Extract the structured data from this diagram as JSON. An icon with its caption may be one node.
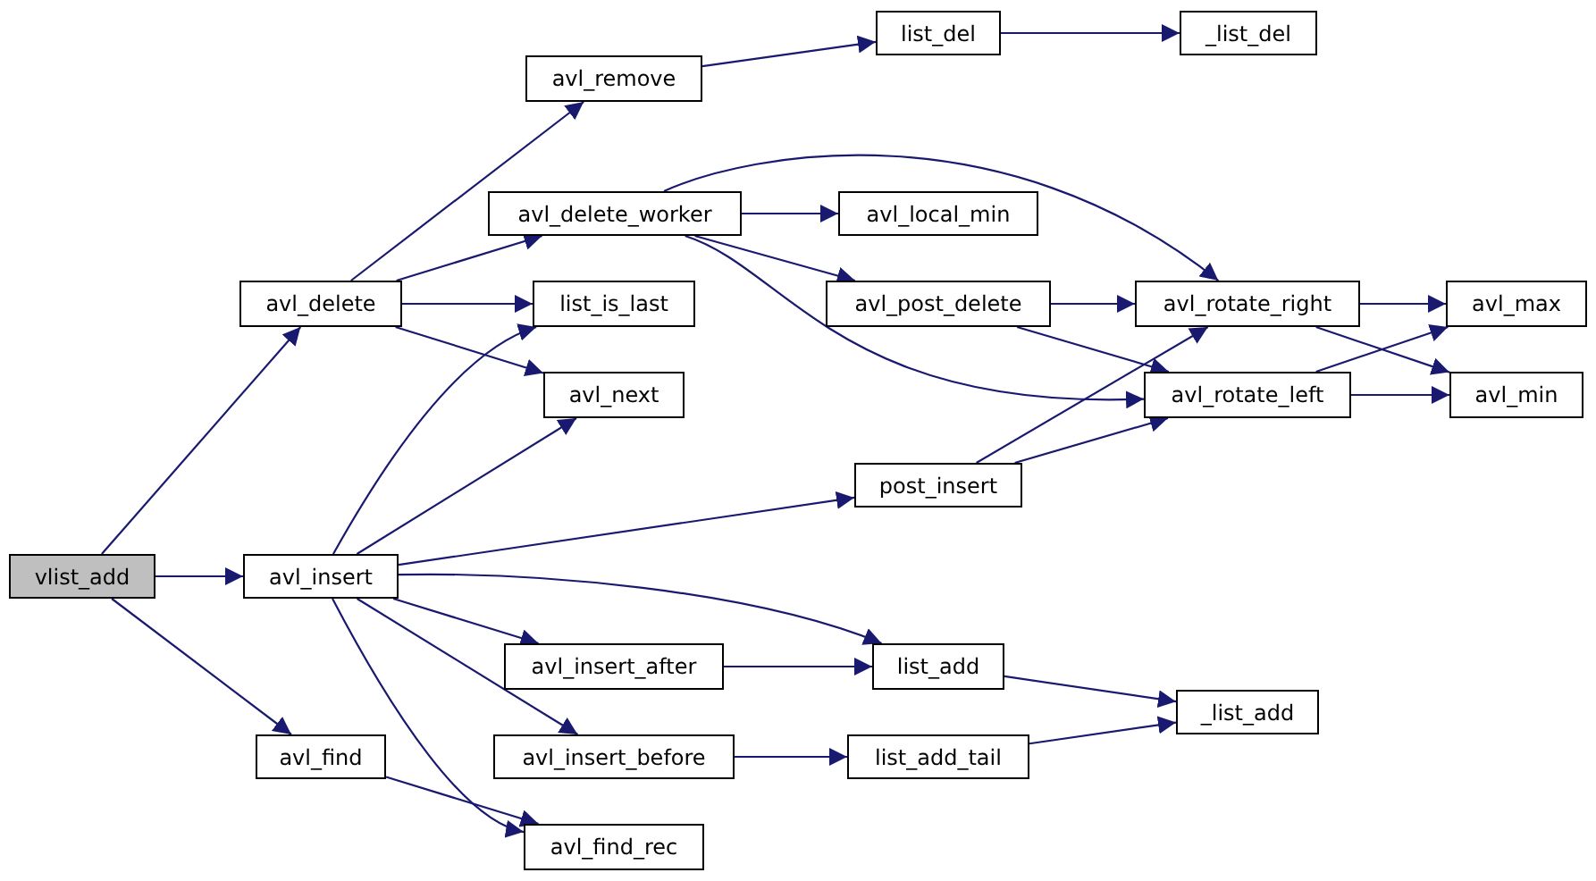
{
  "diagram": {
    "nodes": [
      {
        "text": [
          "vlist_add"
        ]
      },
      {
        "text": [
          "avl_delete"
        ]
      },
      {
        "text": [
          "avl_insert"
        ]
      },
      {
        "text": [
          "avl_find"
        ]
      },
      {
        "text": [
          "avl_remove"
        ]
      },
      {
        "text": [
          "avl_delete_worker"
        ]
      },
      {
        "text": [
          "list_is_last"
        ]
      },
      {
        "text": [
          "avl_next"
        ]
      },
      {
        "text": [
          "avl_insert_after"
        ]
      },
      {
        "text": [
          "avl_insert_before"
        ]
      },
      {
        "text": [
          "avl_find_rec"
        ]
      },
      {
        "text": [
          "list_del"
        ]
      },
      {
        "text": [
          "_list_del"
        ]
      },
      {
        "text": [
          "avl_local_min"
        ]
      },
      {
        "text": [
          "avl_post_delete"
        ]
      },
      {
        "text": [
          "post_insert"
        ]
      },
      {
        "text": [
          "list_add"
        ]
      },
      {
        "text": [
          "list_add_tail"
        ]
      },
      {
        "text": [
          "avl_rotate_right"
        ]
      },
      {
        "text": [
          "avl_rotate_left"
        ]
      },
      {
        "text": [
          "_list_add"
        ]
      },
      {
        "text": [
          "avl_max"
        ]
      },
      {
        "text": [
          "avl_min"
        ]
      }
    ],
    "edges": [
      {
        "from": 0,
        "to": 1,
        "arrow": "to"
      },
      {
        "from": 0,
        "to": 2,
        "arrow": "to"
      },
      {
        "from": 0,
        "to": 3,
        "arrow": "to"
      },
      {
        "from": 1,
        "to": 4,
        "arrow": "to"
      },
      {
        "from": 1,
        "to": 5,
        "arrow": "to"
      },
      {
        "from": 1,
        "to": 6,
        "arrow": "to"
      },
      {
        "from": 1,
        "to": 7,
        "arrow": "to"
      },
      {
        "from": 4,
        "to": 11,
        "arrow": "to"
      },
      {
        "from": 11,
        "to": 12,
        "arrow": "to"
      },
      {
        "from": 5,
        "to": 18,
        "arrow": "to"
      },
      {
        "from": 5,
        "to": 13,
        "arrow": "to"
      },
      {
        "from": 5,
        "to": 14,
        "arrow": "to"
      },
      {
        "from": 5,
        "to": 19,
        "arrow": "to"
      },
      {
        "from": 14,
        "to": 18,
        "arrow": "to"
      },
      {
        "from": 14,
        "to": 19,
        "arrow": "to"
      },
      {
        "from": 18,
        "to": 21,
        "arrow": "to"
      },
      {
        "from": 18,
        "to": 22,
        "arrow": "to"
      },
      {
        "from": 19,
        "to": 21,
        "arrow": "to"
      },
      {
        "from": 19,
        "to": 22,
        "arrow": "to"
      },
      {
        "from": 2,
        "to": 6,
        "arrow": "to"
      },
      {
        "from": 2,
        "to": 7,
        "arrow": "to"
      },
      {
        "from": 2,
        "to": 15,
        "arrow": "to"
      },
      {
        "from": 2,
        "to": 16,
        "arrow": "to"
      },
      {
        "from": 2,
        "to": 8,
        "arrow": "to"
      },
      {
        "from": 2,
        "to": 9,
        "arrow": "to"
      },
      {
        "from": 2,
        "to": 10,
        "arrow": "to"
      },
      {
        "from": 15,
        "to": 18,
        "arrow": "to"
      },
      {
        "from": 15,
        "to": 19,
        "arrow": "to"
      },
      {
        "from": 8,
        "to": 16,
        "arrow": "to"
      },
      {
        "from": 9,
        "to": 17,
        "arrow": "to"
      },
      {
        "from": 16,
        "to": 20,
        "arrow": "to"
      },
      {
        "from": 17,
        "to": 20,
        "arrow": "to"
      },
      {
        "from": 3,
        "to": 10,
        "arrow": "to"
      }
    ]
  }
}
